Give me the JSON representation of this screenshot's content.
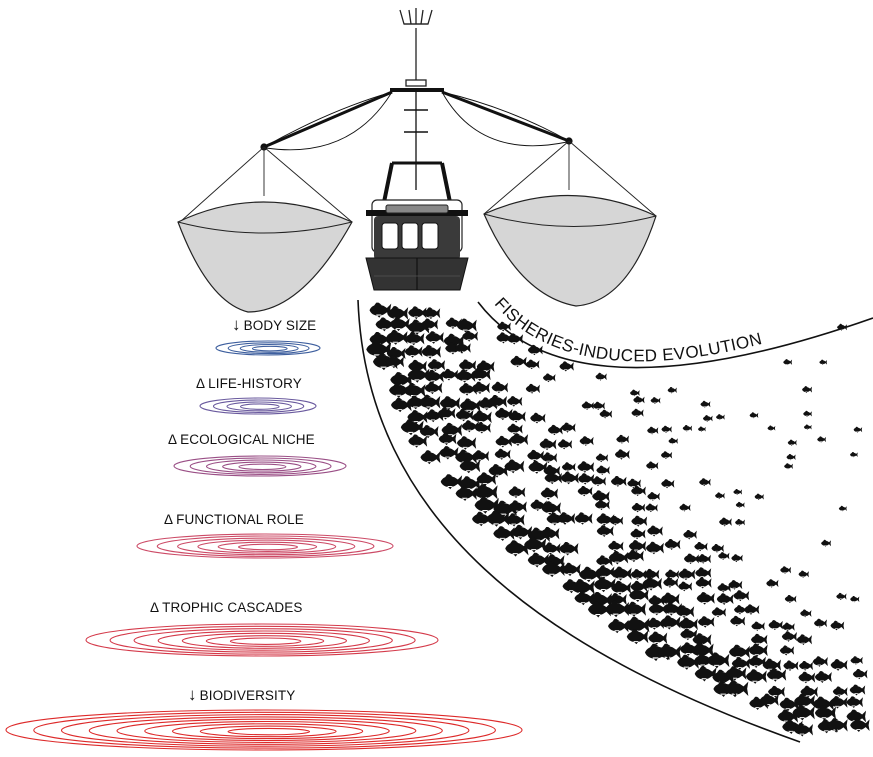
{
  "curve_title": "FISHERIES-INDUCED EVOLUTION",
  "effects": [
    {
      "symbol": "↓",
      "text": "BODY SIZE",
      "ring_color": "#3e5f9e"
    },
    {
      "symbol": "Δ",
      "text": "LIFE-HISTORY",
      "ring_color": "#6a5a9e"
    },
    {
      "symbol": "Δ",
      "text": "ECOLOGICAL NICHE",
      "ring_color": "#9a4f86"
    },
    {
      "symbol": "Δ",
      "text": "FUNCTIONAL ROLE",
      "ring_color": "#cc4a66"
    },
    {
      "symbol": "Δ",
      "text": "TROPHIC CASCADES",
      "ring_color": "#d43a4a"
    },
    {
      "symbol": "↓",
      "text": "BIODIVERSITY",
      "ring_color": "#dd2a2a"
    }
  ],
  "icons": {
    "vessel": "trawler-boat-icon",
    "net": "trawl-net-icon",
    "fish": "fish-silhouette-icon"
  },
  "colors": {
    "hull": "#3a3a3a",
    "net_fill": "#d6d6d6",
    "fish": "#111111"
  }
}
